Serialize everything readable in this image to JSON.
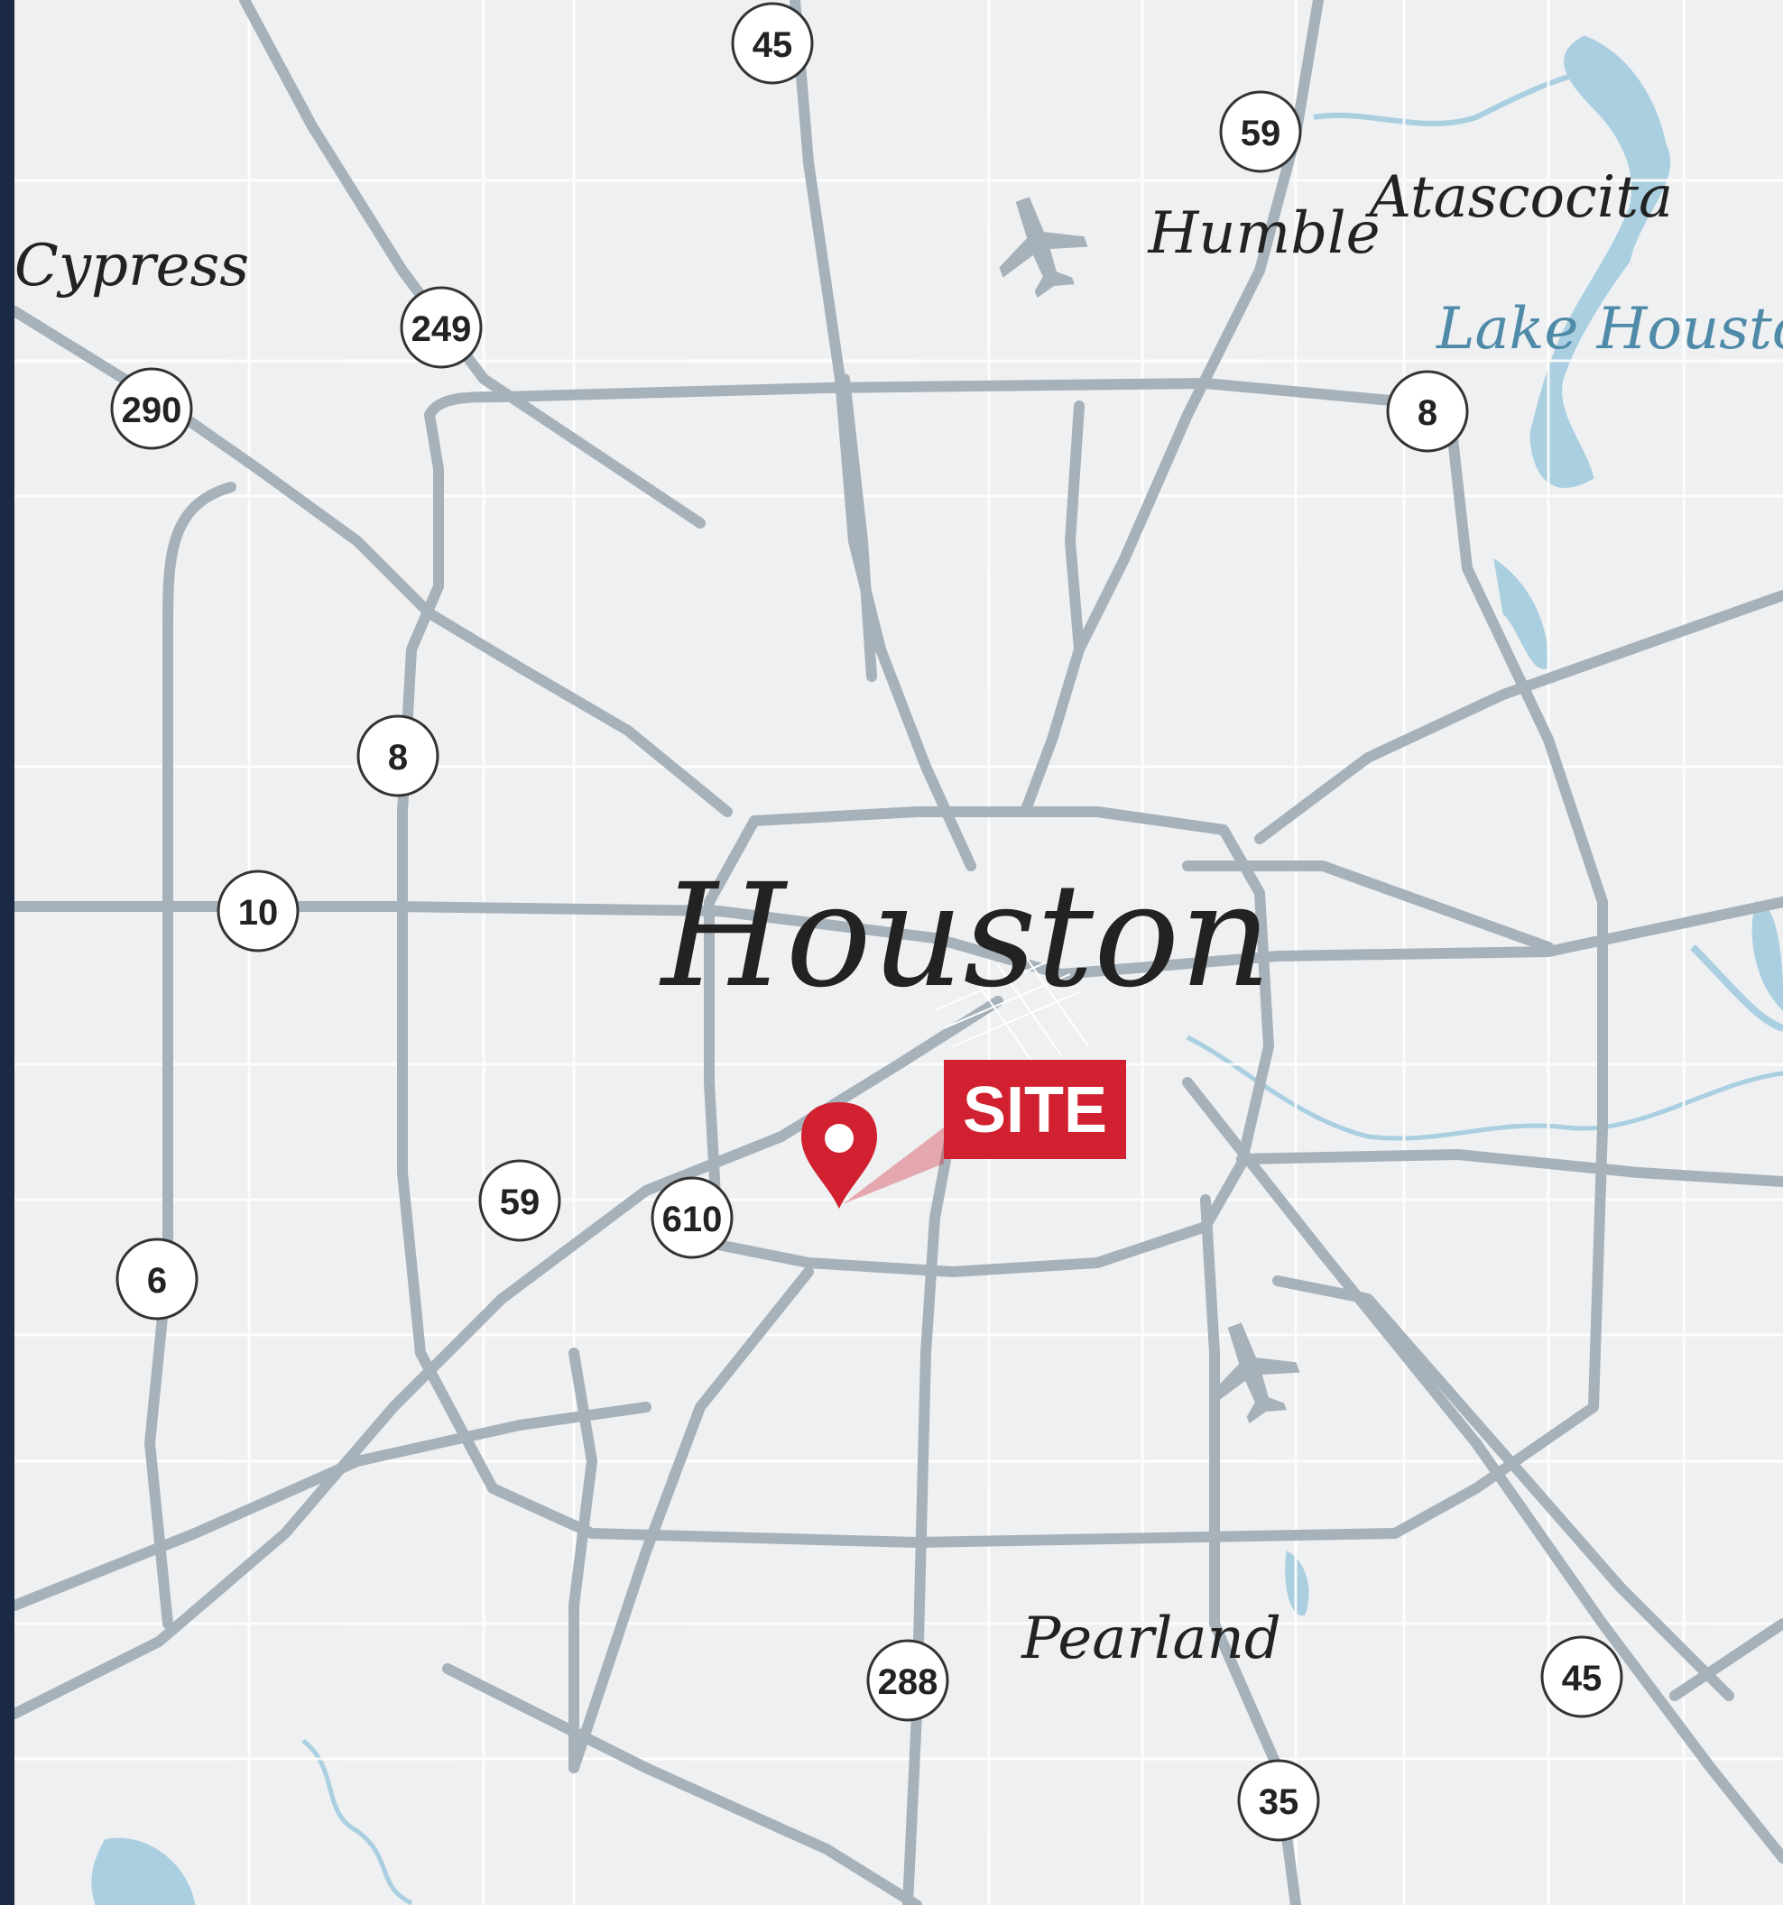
{
  "map": {
    "colors": {
      "land": "#eef0f2",
      "road_major": "#a6b1ba",
      "road_minor": "#ffffff",
      "water": "#a9cfe0",
      "label": "#222222",
      "water_label": "#4f8ba8",
      "site_red": "#d1202f",
      "frame": "#1b2a44"
    },
    "places": {
      "houston": "Houston",
      "cypress": "Cypress",
      "humble": "Humble",
      "atascocita": "Atascocita",
      "lake_houston": "Lake Houston",
      "pearland": "Pearland"
    },
    "shields": {
      "i45_north": "45",
      "us59_north": "59",
      "sh249": "249",
      "us290": "290",
      "bw8_north": "8",
      "bw8_west": "8",
      "i10": "10",
      "us59_south": "59",
      "i610": "610",
      "sh6": "6",
      "sh288": "288",
      "i45_south": "45",
      "i35": "35"
    },
    "site": {
      "label": "SITE",
      "icon": "map-pin-icon"
    },
    "airports": [
      "airplane-icon",
      "airplane-icon"
    ]
  }
}
